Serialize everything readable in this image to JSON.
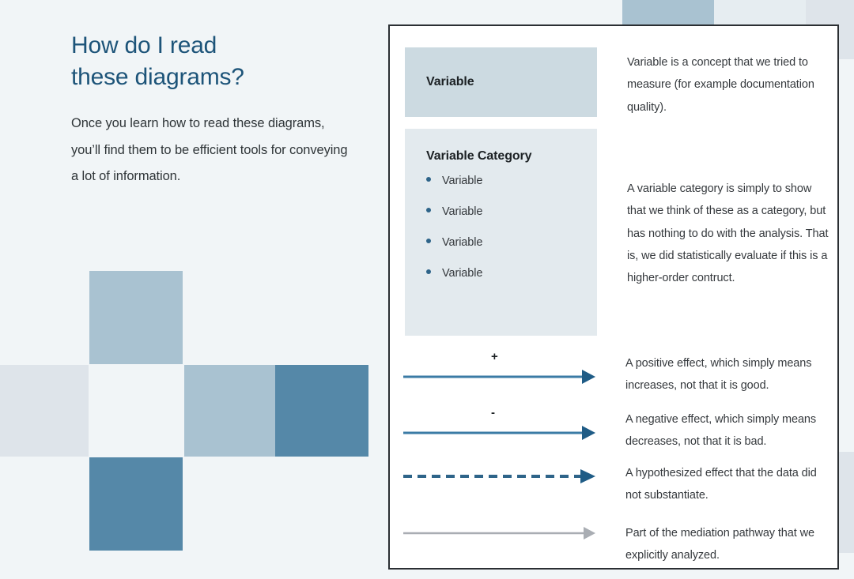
{
  "header": {
    "title_line1": "How do I read",
    "title_line2": "these diagrams?",
    "intro": "Once you learn how to read these diagrams, you’ll find them to be efficient tools for conveying a lot of information."
  },
  "legend": {
    "variable": {
      "box_label": "Variable",
      "description": "Variable is a concept that we tried to measure (for example documentation quality)."
    },
    "category": {
      "box_title": "Variable Category",
      "items": [
        {
          "label": "Variable"
        },
        {
          "label": "Variable"
        },
        {
          "label": "Variable"
        },
        {
          "label": "Variable"
        }
      ],
      "description": "A variable category is simply to show that we think of these as a category, but has nothing to do with the analysis. That is, we did statistically evaluate if this is a higher-order contruct."
    },
    "arrows": [
      {
        "key": "positive",
        "sign": "+",
        "style": "solid",
        "color": "#3b7ba5",
        "description": "A positive effect, which simply means increases, not that it is good."
      },
      {
        "key": "negative",
        "sign": "-",
        "style": "solid",
        "color": "#3b7ba5",
        "description": "A negative effect, which simply means decreases, not that it is bad."
      },
      {
        "key": "hypothesized",
        "sign": "",
        "style": "dashed",
        "color": "#2e6489",
        "description": "A hypothesized effect that the data did not substantiate."
      },
      {
        "key": "mediation",
        "sign": "",
        "style": "solid-gray",
        "color": "#a9adb3",
        "description": "Part of the mediation pathway that we explicitly analyzed."
      }
    ]
  },
  "colors": {
    "page_background": "#f1f5f7",
    "heading_blue": "#1d5479",
    "variable_box": "#ccdae1",
    "category_box": "#e3eaee",
    "bullet_dot": "#2e6489",
    "arrow_blue": "#3b7ba5",
    "arrow_dark_blue": "#2e6489",
    "arrow_gray": "#a9adb3",
    "square_light": "#a9c2d1",
    "square_pale": "#dee4ea",
    "square_dark": "#5588a8",
    "panel_border": "#2b2f33"
  }
}
